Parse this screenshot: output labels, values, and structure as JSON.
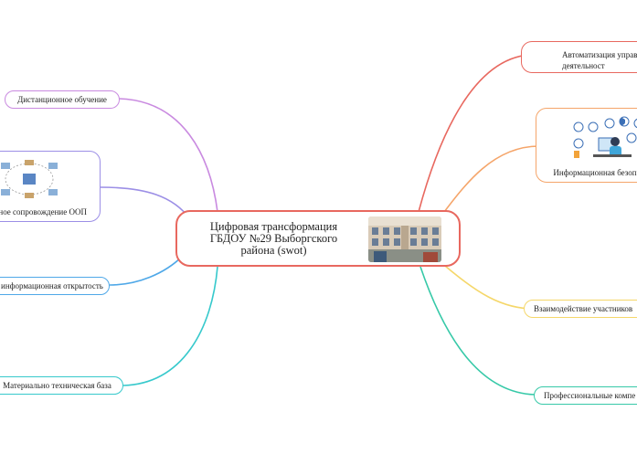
{
  "central": {
    "title": "Цифровая трансформация ГБДОУ №29 Выборгского района (swot)",
    "image": "school-building-photo"
  },
  "right_branches": [
    {
      "label": "Автоматизация управ деятельност",
      "color": "#e8685f"
    },
    {
      "label": "Информационная безоп",
      "color": "#f5a56a",
      "image": "security-icons-illustration"
    },
    {
      "label": "Взаимодействие участников",
      "color": "#f5d76a"
    },
    {
      "label": "Профессиональные компе",
      "color": "#37c9a8"
    }
  ],
  "left_branches": [
    {
      "label": "Дистанционное обучение",
      "color": "#c98ae0"
    },
    {
      "label": "ное сопровождение ООП",
      "color": "#9c8fe6",
      "image": "swot-diagram"
    },
    {
      "label": "информационная открытость",
      "color": "#4fa8e8"
    },
    {
      "label": "Материально техническая база",
      "color": "#37c9cc"
    }
  ]
}
